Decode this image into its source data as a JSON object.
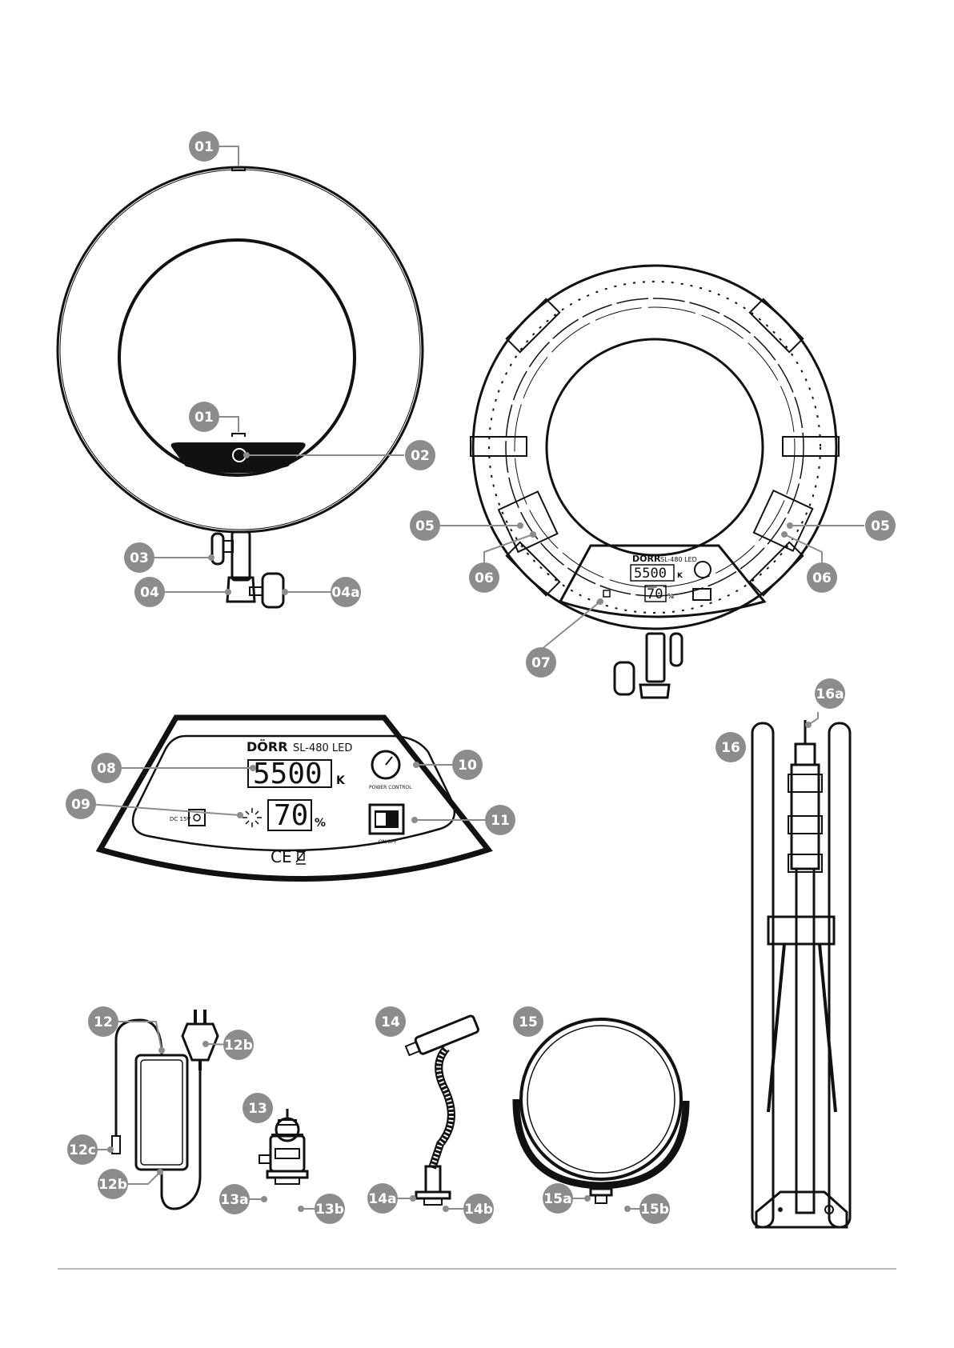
{
  "callouts": {
    "c01_top": "01",
    "c01_inner": "01",
    "c02": "02",
    "c03": "03",
    "c04": "04",
    "c04a": "04a",
    "c05_left": "05",
    "c05_right": "05",
    "c06_left": "06",
    "c06_right": "06",
    "c07": "07",
    "c08": "08",
    "c09": "09",
    "c10": "10",
    "c11": "11",
    "c12": "12",
    "c12b_top": "12b",
    "c12c": "12c",
    "c12b_bottom": "12b",
    "c13": "13",
    "c13a": "13a",
    "c13b": "13b",
    "c14": "14",
    "c14a": "14a",
    "c14b": "14b",
    "c15": "15",
    "c15a": "15a",
    "c15b": "15b",
    "c16": "16",
    "c16a": "16a"
  },
  "panel": {
    "brand": "DÖRR",
    "model": "SL-480 LED",
    "temperature": "5500",
    "temperature_unit": "K",
    "brightness": "70",
    "brightness_unit": "%",
    "dc_label": "DC 15V",
    "power_control_label": "POWER CONTROL",
    "onoff_label": "ON/OFF",
    "ce_mark": "CE"
  },
  "small_panel": {
    "brand": "DÖRR",
    "model": "SL-480 LED",
    "temperature": "5500",
    "temperature_unit": "K",
    "brightness": "70",
    "brightness_unit": "%"
  },
  "colors": {
    "callout_fill": "#8c8c8c",
    "ink": "#111111"
  }
}
